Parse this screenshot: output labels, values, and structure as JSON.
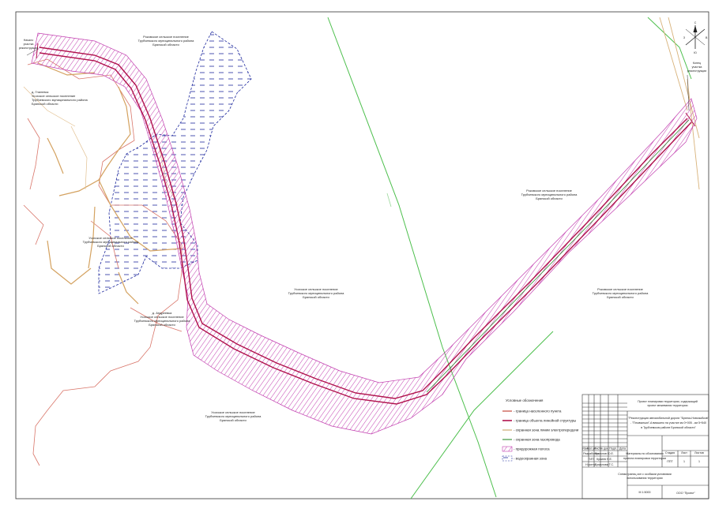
{
  "areas": [
    {
      "id": "a1",
      "lines": [
        "Роковское сельское поселение",
        "Трубчевского муниципального района",
        "Брянской области"
      ]
    },
    {
      "id": "a2",
      "lines": [
        "д. Гнилевск",
        "Усохское сельское поселение",
        "Трубчевского муниципального района",
        "Брянской области"
      ]
    },
    {
      "id": "a3",
      "lines": [
        "Усохское сельское поселение",
        "Трубчевского муниципального района",
        "Брянской области"
      ]
    },
    {
      "id": "a4",
      "lines": [
        "д. Андреевка",
        "Усохское сельское поселение",
        "Трубчевского муниципального района",
        "Брянской области"
      ]
    },
    {
      "id": "a5",
      "lines": [
        "Усохское сельское поселение",
        "Трубчевского муниципального района",
        "Брянской области"
      ]
    },
    {
      "id": "a6",
      "lines": [
        "Усохское сельское поселение",
        "Трубчевского муниципального района",
        "Брянской области"
      ]
    },
    {
      "id": "a7",
      "lines": [
        "Роковское сельское поселение",
        "Трубчевского муниципального района",
        "Брянской области"
      ]
    },
    {
      "id": "a8",
      "lines": [
        "Роковское сельское поселение",
        "Трубчевского муниципального района",
        "Брянской области"
      ]
    }
  ],
  "section_labels": {
    "start": [
      "Начало",
      "участка",
      "реконструкции"
    ],
    "end": [
      "Конец",
      "участка",
      "реконструкции"
    ]
  },
  "compass": {
    "n": "С",
    "s": "Ю",
    "w": "З",
    "e": "В"
  },
  "legend": {
    "title": "Условные обозначения",
    "items": [
      {
        "key": "settlement",
        "label": "- граница населенного пункта",
        "color": "#c0392b"
      },
      {
        "key": "object",
        "label": "- граница объекта линейной структуры",
        "color": "#b0124c"
      },
      {
        "key": "power",
        "label": "- охранная зона линии электропередачи",
        "color": "#c8a165"
      },
      {
        "key": "gas",
        "label": "- охранная зона газопровода",
        "color": "#2e8b2e"
      },
      {
        "key": "strip",
        "label": "- придорожная полоса",
        "color": "#c23fb0"
      },
      {
        "key": "water",
        "label": "- водоохранная зона",
        "color": "#1f2a9e"
      }
    ]
  },
  "stamp": {
    "title_block": [
      "Проект планировки территории, содержащий",
      "проект межевания территории"
    ],
    "project": [
      "\"Реконструкция автомобильной дороги \"Брянск-Новозыбков\"",
      "- \"Плывыньки\"-Алмашино на участке км 0+005 - км 5+540",
      "в Трубчевском районе Брянской области\""
    ],
    "sheet_name": [
      "Материалы по обоснованию",
      "проекта планировки территории"
    ],
    "drawing_name": [
      "Схема границ зон с особыми условиями",
      "использования территории"
    ],
    "scale": "М 1:5000",
    "org": "ООО \"Проект\"",
    "head_cols": [
      "Изм.",
      "Кол.уч",
      "Лист",
      "№ док.",
      "Подп.",
      "Дата"
    ],
    "roles": [
      {
        "role": "Разработал",
        "name": "Ермолов Ю.Е."
      },
      {
        "role": "ГИП",
        "name": "Кулиев Н.Е."
      },
      {
        "role": "Н.контр.",
        "name": "Ермолова Т.С."
      }
    ],
    "stage_head": "Стадия",
    "sheet_head": "Лист",
    "sheets_head": "Листов",
    "stage": "ППТ",
    "sheet": "1",
    "sheets": "1"
  }
}
